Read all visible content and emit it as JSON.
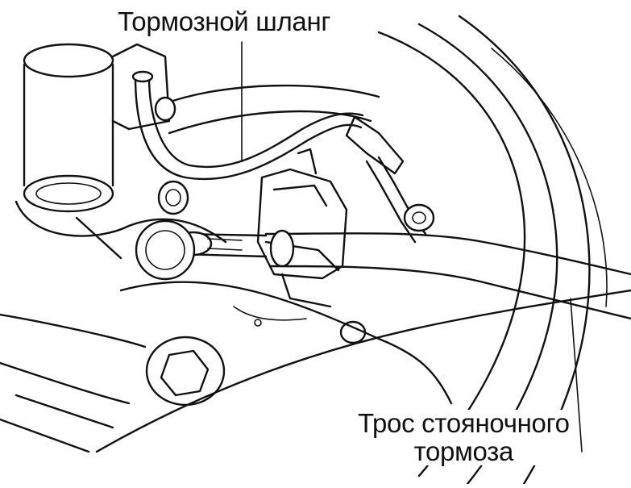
{
  "labels": {
    "brake_hose": "Тормозной шланг",
    "parking_brake_cable_line1": "Трос стояночного",
    "parking_brake_cable_line2": "тормоза"
  },
  "colors": {
    "ink": "#111111",
    "paper": "#ffffff"
  }
}
